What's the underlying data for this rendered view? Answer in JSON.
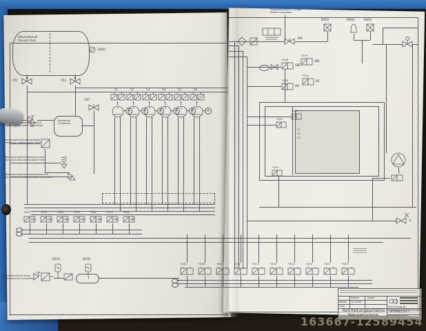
{
  "photo": {
    "watermark": "163667-12589454"
  },
  "left_page": {
    "tank_label": {
      "de": "Vakuumkessel",
      "en": "Vacuum tank"
    },
    "condenser_label": {
      "de": "Kondensor",
      "en": "Condenser"
    },
    "b26q": "B26Q",
    "v52": "V52",
    "v53": "V53",
    "kk": "KK",
    "v50": "V50",
    "pump_groups": [
      "51",
      "52",
      "53",
      "54",
      "55",
      "56"
    ],
    "motor_letter": "M",
    "solenoid_row": [
      "Y520",
      "Y530",
      "Y540",
      "Y550",
      "Y560",
      "Y570",
      "Y580"
    ],
    "edge_labels": [
      {
        "de": "Kondensorkühlwasseranschluß",
        "en": "Cooler cooling water connection"
      },
      {
        "de": "Kondensatorkühlwasserablauf",
        "en": "Condenser cooling water drain"
      },
      {
        "de": "Vakuumpumpenkühlwasserzulauf",
        "en": "Vacuum pump cooling water inlet"
      },
      {
        "de": "Vakuumpumpenkühlwasseranschluß",
        "en": "Vacuum pump cooling water connection"
      }
    ],
    "air_label": {
      "de": "Druckluftanschluß 6 bar",
      "en": "Compressed air connection"
    },
    "b22q": "B22Q",
    "b23q": "B23Q"
  },
  "right_page": {
    "steam_label": {
      "de": "Dampfanschluß 2 - 2,5bar",
      "en": "Steam connection"
    },
    "md": "MD",
    "instruments": [
      "B41Q",
      "B46Q",
      "B40Q"
    ],
    "valve_cluster": [
      {
        "id": "Y338",
        "tag": "SBE"
      },
      {
        "id": "Y339",
        "tag": "SBE"
      },
      {
        "id": "Y158",
        "tag": "DB"
      },
      {
        "id": "Y324",
        "tag": "DE"
      }
    ],
    "block_numbers": [
      "11",
      "12",
      "13"
    ],
    "y106": "Y106",
    "y105": "Y105",
    "y103": "Y103",
    "k_label": "K",
    "bottom_row": [
      "Y330",
      "Y306",
      "Y308",
      "Y312",
      "Y314",
      "Y316",
      "Y318",
      "Y320",
      "Y322",
      "Y324"
    ]
  },
  "title_block": {
    "title_de": "Rohrleitungsschema",
    "title_en": "Pipe lead scheme",
    "drawing_no_label": "Zeichnungs-Nr.",
    "drawing_no": "SFW9/1327",
    "col_datum": "Datum",
    "col_name": "Name",
    "row_bearb": "Bearb.",
    "row_gepr": "Gepr.",
    "date": "12.04.95"
  }
}
